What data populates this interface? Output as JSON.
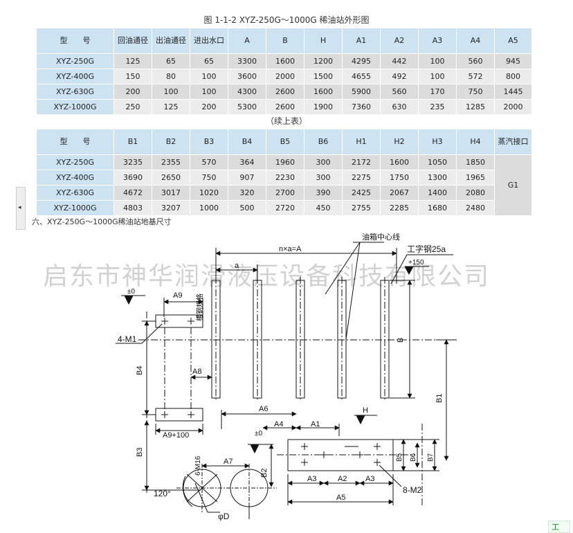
{
  "figure_caption": "图 1-1-2   XYZ-250G～1000G 稀油站外形图",
  "table1": {
    "headers": [
      "型　　号",
      "回油通径",
      "出油通径",
      "进出水口",
      "A",
      "B",
      "H",
      "A1",
      "A2",
      "A3",
      "A4",
      "A5"
    ],
    "rows": [
      [
        "XYZ-250G",
        "125",
        "65",
        "65",
        "3300",
        "1600",
        "1200",
        "4295",
        "442",
        "100",
        "560",
        "945"
      ],
      [
        "XYZ-400G",
        "150",
        "80",
        "100",
        "3600",
        "2000",
        "1500",
        "4655",
        "492",
        "100",
        "572",
        "800"
      ],
      [
        "XYZ-630G",
        "200",
        "100",
        "100",
        "4300",
        "2600",
        "1600",
        "5900",
        "560",
        "170",
        "750",
        "1445"
      ],
      [
        "XYZ-1000G",
        "250",
        "125",
        "200",
        "5300",
        "2600",
        "1900",
        "7360",
        "630",
        "235",
        "1285",
        "2000"
      ]
    ]
  },
  "continued_label": "（续上表）",
  "table2": {
    "headers": [
      "型　　号",
      "B1",
      "B2",
      "B3",
      "B4",
      "B5",
      "B6",
      "H1",
      "H2",
      "H3",
      "H4",
      "蒸汽接口"
    ],
    "rows": [
      [
        "XYZ-250G",
        "3235",
        "2355",
        "570",
        "364",
        "1960",
        "300",
        "2172",
        "1600",
        "1050",
        "1850"
      ],
      [
        "XYZ-400G",
        "3690",
        "2650",
        "750",
        "907",
        "2230",
        "300",
        "2275",
        "1750",
        "1300",
        "1965"
      ],
      [
        "XYZ-630G",
        "4672",
        "3017",
        "1020",
        "320",
        "2700",
        "390",
        "2425",
        "2067",
        "1400",
        "2080"
      ],
      [
        "XYZ-1000G",
        "4803",
        "3207",
        "1000",
        "500",
        "2720",
        "450",
        "2755",
        "2285",
        "1680",
        "2480"
      ]
    ],
    "steam_value": "G1"
  },
  "section_title": "六、XYZ-250G～1000G稀油站地基尺寸",
  "side_tab_glyph": "◂",
  "watermark": "启东市神华润滑液压设备科技有限公司",
  "corner_logo_text": "工",
  "drawing_labels": {
    "nxa": "n×a=A",
    "oil_center": "油箱中心线",
    "i_beam": "工字钢25a",
    "plus150": "+150",
    "a": "a",
    "pm0_top": "±0",
    "a9": "A9",
    "channel": "槽钢规格",
    "m1": "4-M1",
    "b": "B",
    "b4": "B4",
    "a8": "A8",
    "b1": "B1",
    "a6": "A6",
    "a9plus": "A9+100",
    "h": "H",
    "a4": "A4",
    "a1": "A1",
    "pm0_mid": "±0",
    "b3": "B3",
    "m16": "6-M16",
    "a7": "A7",
    "b2": "B2",
    "b5": "B5",
    "b6": "B6",
    "b7": "B7",
    "a3l": "A3",
    "a2": "A2",
    "a3r": "A3",
    "m2": "8-M2",
    "angle": "120°",
    "a5": "A5",
    "phid": "φD"
  }
}
